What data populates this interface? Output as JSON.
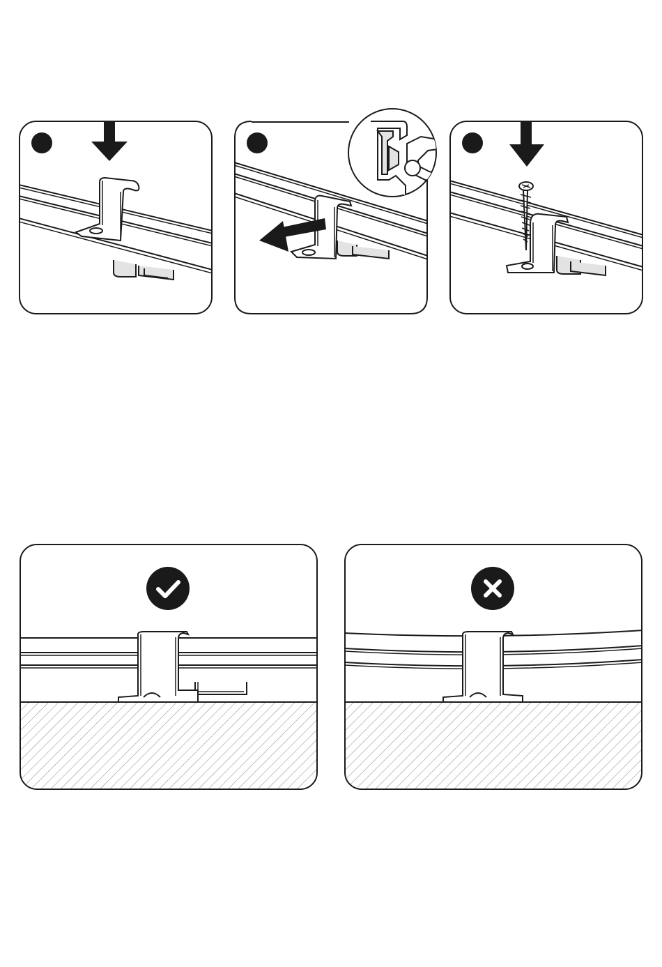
{
  "colors": {
    "stroke": "#1a1a1a",
    "fill": "#ffffff",
    "shadow": "#e3e3e3",
    "hatch": "#9a9a9a"
  },
  "steps": [
    {
      "badge": "filled-circle",
      "action": "down-arrow-icon"
    },
    {
      "badge": "filled-circle",
      "action": "left-arrow-icon",
      "detail": "profile-cross-section-inset"
    },
    {
      "badge": "filled-circle",
      "action": "down-arrow-icon",
      "fastener": "screw-icon"
    }
  ],
  "comparison": [
    {
      "verdict": "checkmark-icon",
      "rails": "straight"
    },
    {
      "verdict": "cross-icon",
      "rails": "curved"
    }
  ]
}
